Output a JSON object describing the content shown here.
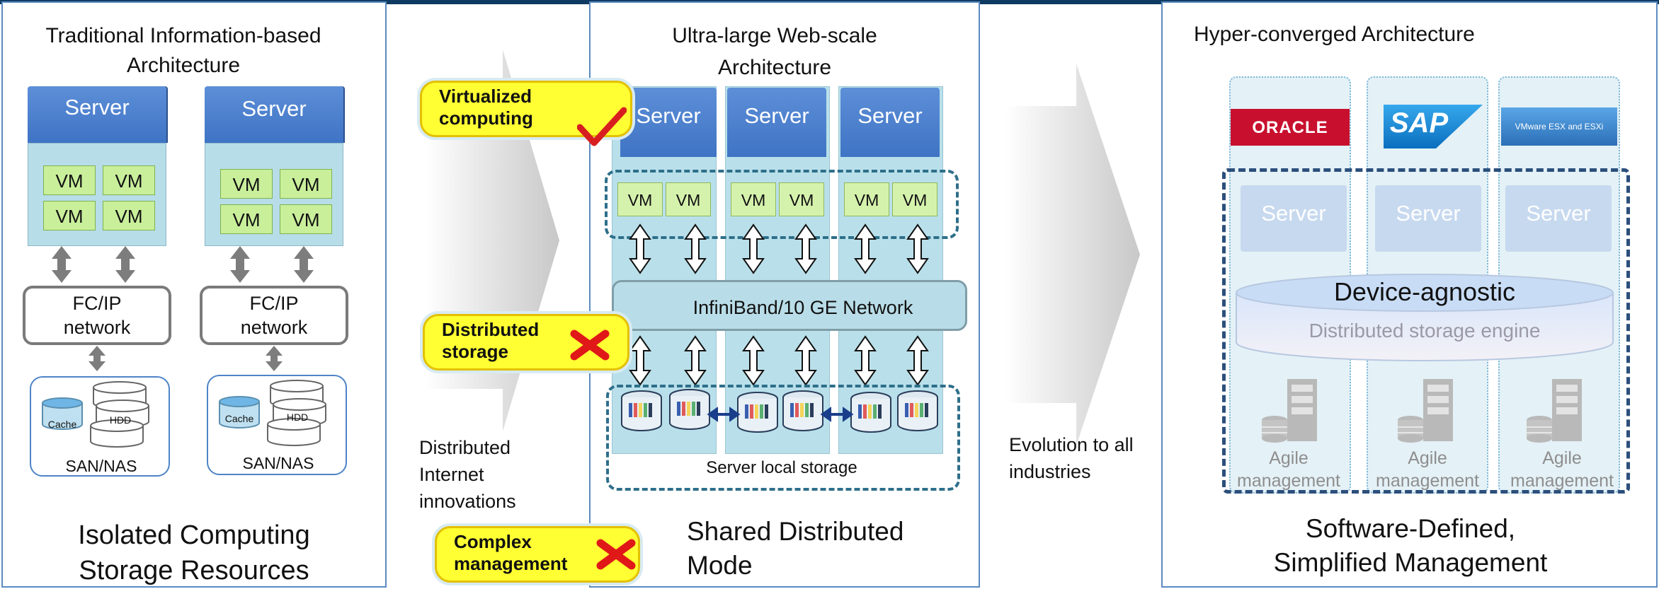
{
  "panel1": {
    "title": "Traditional Information-based Architecture",
    "server_label": "Server",
    "vm_label": "VM",
    "network_label": "FC/IP network",
    "cache_label": "Cache",
    "hdd_label": "HDD",
    "san_label": "SAN/NAS",
    "caption": "Isolated Computing Storage Resources"
  },
  "transition1": {
    "text": "Distributed Internet innovations"
  },
  "panel2": {
    "title": "Ultra-large Web-scale Architecture",
    "server_label": "Server",
    "vm_label": "VM",
    "network_label": "InfiniBand/10 GE Network",
    "storage_label": "Server local storage",
    "caption": "Shared Distributed Mode",
    "callouts": [
      {
        "label": "Virtualized computing",
        "mark": "check"
      },
      {
        "label": "Distributed storage",
        "mark": "cross"
      },
      {
        "label": "Complex management",
        "mark": "cross"
      }
    ]
  },
  "transition2": {
    "text": "Evolution to all industries"
  },
  "panel3": {
    "title": "Hyper-converged Architecture",
    "apps": [
      "ORACLE",
      "SAP",
      "VMware ESX and ESXi"
    ],
    "server_label": "Server",
    "storage_title": "Device-agnostic",
    "storage_sub": "Distributed storage engine",
    "agile_label": "Agile management",
    "caption": "Software-Defined, Simplified Management"
  },
  "colors": {
    "server_blue": "#4a7fcf",
    "vm_green": "#c9ef9b",
    "callout_yellow": "#ffff33",
    "panel_border": "#5b8bc0",
    "oracle_red": "#c8102e",
    "sap_blue": "#1a8fd6"
  }
}
